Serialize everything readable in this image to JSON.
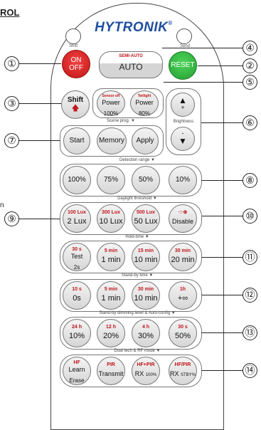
{
  "page": {
    "heading": "ROL",
    "stray_text": "n"
  },
  "brand": {
    "logo": "HYTRONIK",
    "reg": "®"
  },
  "top": {
    "shift_small": "Shift",
    "send_small": "Send"
  },
  "buttons": {
    "on_off": {
      "line1": "ON",
      "line2": "OFF"
    },
    "semi_auto": {
      "top": "SEMI-AUTO",
      "main": "AUTO"
    },
    "reset": "RESET",
    "shift": "Shift",
    "sensor_off": {
      "top": "Sensor off",
      "main": "Power",
      "sub": "100%"
    },
    "twilight": {
      "top": "Twilight",
      "main": "Power",
      "sub": "80%"
    },
    "brightness_up": "+",
    "brightness_down": "-",
    "brightness_label": "Brightness"
  },
  "scene": {
    "label": "Scene prog. ▼",
    "items": [
      "Start",
      "Memory",
      "Apply"
    ]
  },
  "detection": {
    "label": "Detection range ▼",
    "items": [
      "100%",
      "75%",
      "50%",
      "10%"
    ]
  },
  "daylight": {
    "label": "Daylight threshold ▼",
    "items": [
      {
        "top": "100 Lux",
        "main": "2 Lux"
      },
      {
        "top": "300 Lux",
        "main": "10 Lux"
      },
      {
        "top": "500 Lux",
        "main": "50 Lux"
      },
      {
        "top": "·:·⊕",
        "main": "Disable"
      }
    ]
  },
  "hold": {
    "label": "Hold-time ▼",
    "items": [
      {
        "top": "30 s",
        "main": "Test",
        "sub": "2s"
      },
      {
        "top": "5 min",
        "main": "1 min"
      },
      {
        "top": "15 min",
        "main": "10 min"
      },
      {
        "top": "30 min",
        "main": "20 min"
      }
    ]
  },
  "standby": {
    "label": "Stand-by time ▼",
    "items": [
      {
        "top": "10 s",
        "main": "0s"
      },
      {
        "top": "5 min",
        "main": "1 min"
      },
      {
        "top": "30 min",
        "main": "10 min"
      },
      {
        "top": "1h",
        "main": "+∞"
      }
    ]
  },
  "dim": {
    "label": "Stand-by dimming level & Auto-config ▼",
    "items": [
      {
        "top": "24 h",
        "main": "10%"
      },
      {
        "top": "12 h",
        "main": "20%"
      },
      {
        "top": "4 h",
        "main": "30%"
      },
      {
        "top": "30 s",
        "main": "50%"
      }
    ]
  },
  "dual": {
    "label": "Dual tech & RF mode ▼",
    "items": [
      {
        "top": "HF",
        "main": "Learn",
        "sub": "Erase"
      },
      {
        "top": "PIR",
        "main": "Transmit"
      },
      {
        "top": "HF+PIR",
        "main": "RX",
        "sub": "100%"
      },
      {
        "top": "HF/PIR",
        "main": "RX",
        "sub": "STBY%"
      }
    ]
  },
  "callouts": [
    "①",
    "②",
    "③",
    "④",
    "⑤",
    "⑥",
    "⑦",
    "⑧",
    "⑨",
    "⑩",
    "⑪",
    "⑫",
    "⑬",
    "⑭"
  ]
}
